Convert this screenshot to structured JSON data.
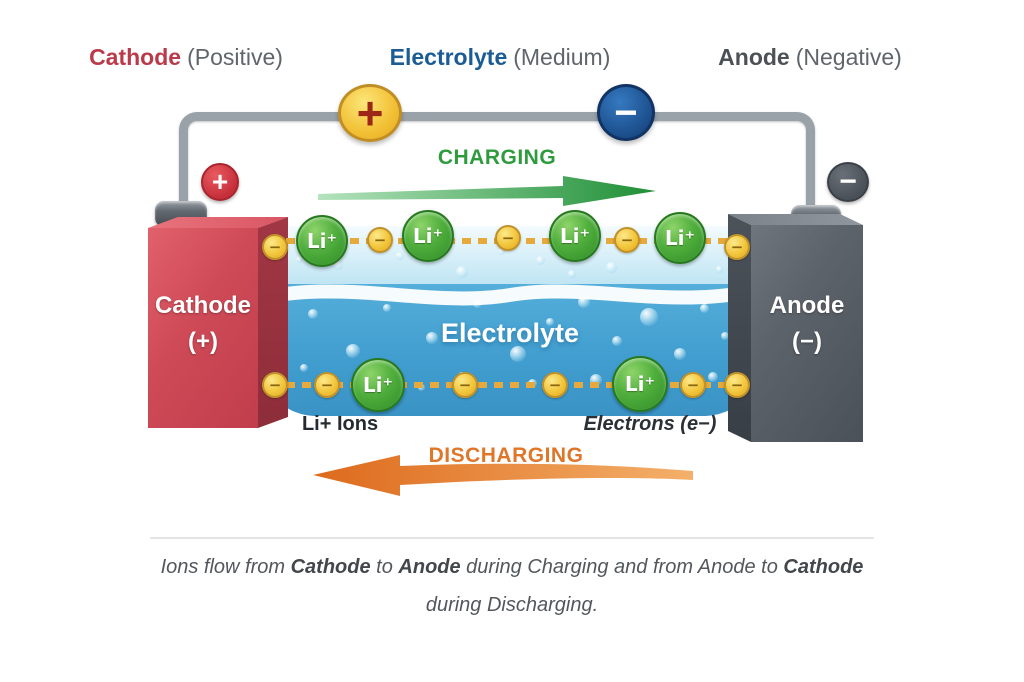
{
  "header": {
    "cathode_term": "Cathode",
    "cathode_qualifier": "(Positive)",
    "electrolyte_term": "Electrolyte",
    "electrolyte_qualifier": "(Medium)",
    "anode_term": "Anode",
    "anode_qualifier": "(Negative)"
  },
  "circuit": {
    "wire_positive_symbol": "+",
    "wire_negative_symbol": "−",
    "cathode_terminal_symbol": "+",
    "anode_terminal_symbol": "−"
  },
  "flow": {
    "charging_label": "CHARGING",
    "discharging_label": "DISCHARGING"
  },
  "electrodes": {
    "cathode_name": "Cathode",
    "cathode_sign": "(+)",
    "anode_name": "Anode",
    "anode_sign": "(−)"
  },
  "electrolyte_label": "Electrolyte",
  "particles": {
    "li_ion_label": "Li⁺",
    "electron_symbol": "−",
    "li_ions_caption": "Li+ Ions",
    "electrons_caption": "Electrons (e−)"
  },
  "footnote": {
    "part1": "Ions flow from ",
    "part2": "Cathode",
    "part3": " to ",
    "part4": "Anode",
    "part5": " during Charging and from Anode to ",
    "part6": "Cathode",
    "line2": "during Discharging."
  },
  "colors": {
    "cathode-red": "#bb3a4a",
    "anode-gray": "#565c64",
    "electrolyte-label-blue": "#1c5c95",
    "electrolyte-water-blue": "#45a3d4",
    "charging-green": "#2f9b3f",
    "discharging-orange": "#e0762a",
    "ion-green": "#3f9d33",
    "electron-yellow": "#f0c23a"
  }
}
